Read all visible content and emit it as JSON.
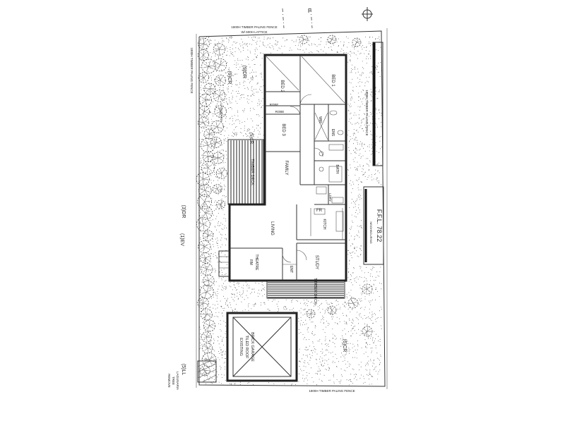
{
  "labels": {
    "fence_top": "1800H TIMBER PALING FENCE",
    "fence_top_sub": "W/ 600H LATTICE",
    "fence_left": "1800H TIMBER PALING FENCE",
    "fence_right": "1800H TIMBER PALING FENCE",
    "fence_bottom": "1800H TIMBER PALING FENCE",
    "bed1": "BED 1",
    "bed2": "BED 2",
    "bed3": "BED 3",
    "robe_a": "ROBE",
    "robe_b": "ROBE",
    "wir": "WIR",
    "ens": "ENS",
    "bath": "BATH",
    "ldry": "LDRY",
    "family": "FAMILY",
    "living": "LIVING",
    "kitch": "KITCH",
    "study": "STUDY",
    "ent": "ENT",
    "theatre": "THEATRE",
    "theatre_sub": "RM",
    "fr": "FR",
    "timber_deck": "TIMBER DECK",
    "timber_deck_front": "TIMBER DECK",
    "garage_l1": "EXISTING",
    "garage_l2": "TILED ROOF",
    "garage_l3": "BRICK GARAGE",
    "tag_top": "(9)CR",
    "tag_left1": "(9)DR",
    "tag_left2": "(1)EV",
    "tag_left3": "(3)DR",
    "tag_bottom": "(5)LL",
    "tag_right": "(6)CR",
    "tag_cr2": "(5)CR",
    "lagunaria_1": "LAGUNARIA",
    "lagunaria_2": "LAGUNARIA",
    "remove_1": "REMOVE",
    "remove_2": "TREE",
    "ffl": "F.F.L. 78.22",
    "neighbour": "NEIGHBOURING"
  }
}
